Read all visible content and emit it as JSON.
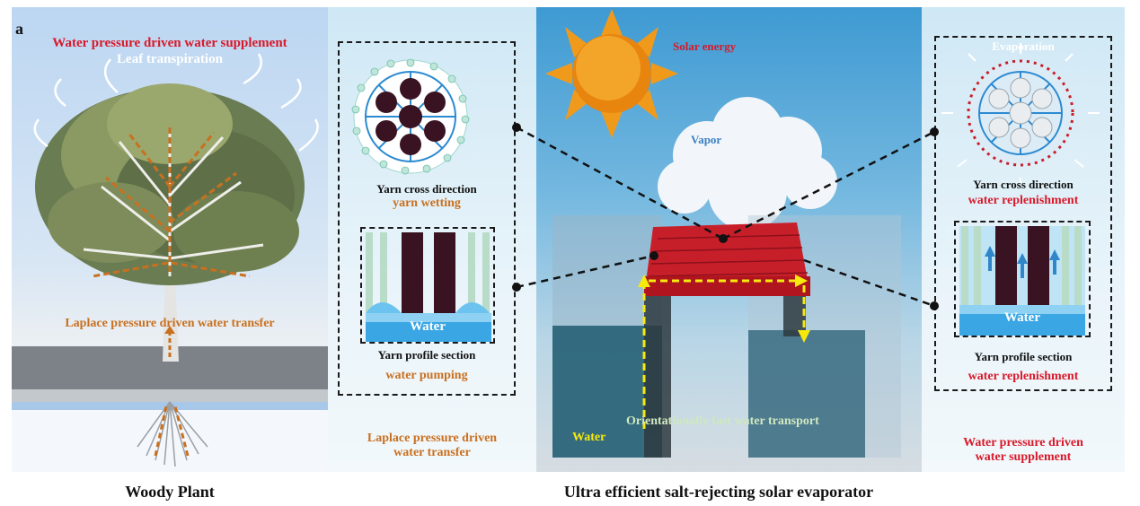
{
  "panel_letter": "a",
  "plant": {
    "title_top": "Water pressure driven water supplement",
    "leaf": "Leaf transpiration",
    "laplace": "Laplace pressure driven water transfer",
    "caption": "Woody Plant"
  },
  "left": {
    "cross_label": "Yarn cross direction",
    "cross_action": "yarn wetting",
    "water": "Water",
    "profile_label": "Yarn profile section",
    "profile_action": "water pumping",
    "bottom": "Laplace pressure driven water transfer"
  },
  "center": {
    "solar": "Solar energy",
    "vapor": "Vapor",
    "fast": "Orientationally fast water transport",
    "water": "Water",
    "caption": "Ultra efficient salt-rejecting solar evaporator"
  },
  "right": {
    "evaporation": "Evaporation",
    "cross_label": "Yarn cross direction",
    "cross_action": "water replenishment",
    "water": "Water",
    "profile_label": "Yarn profile section",
    "profile_action": "water replenishment",
    "bottom": "Water pressure driven water supplement"
  },
  "colors": {
    "red": "#d8192a",
    "orange": "#c9701f",
    "yarn_dark": "#3a1322",
    "water_blue": "#3aa6e4",
    "fabric_red": "#c71f2a",
    "arrow_yellow": "#f6e90d"
  }
}
